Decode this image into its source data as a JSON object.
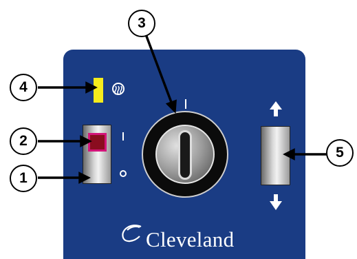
{
  "brand": {
    "name": "Cleveland"
  },
  "callouts": [
    {
      "id": "1",
      "label": "1"
    },
    {
      "id": "2",
      "label": "2"
    },
    {
      "id": "3",
      "label": "3"
    },
    {
      "id": "4",
      "label": "4"
    },
    {
      "id": "5",
      "label": "5"
    }
  ],
  "icons": {
    "steam": "steam-icon",
    "arrow_up": "arrow-up-icon",
    "arrow_down": "arrow-down-icon",
    "power_on": "on-mark-icon",
    "power_off": "off-mark-icon"
  },
  "colors": {
    "panel": "#1a3c84",
    "indicator_yellow": "#f5ec1c",
    "indicator_red": "#8a0d1f",
    "indicator_red_border": "#d4147a"
  }
}
